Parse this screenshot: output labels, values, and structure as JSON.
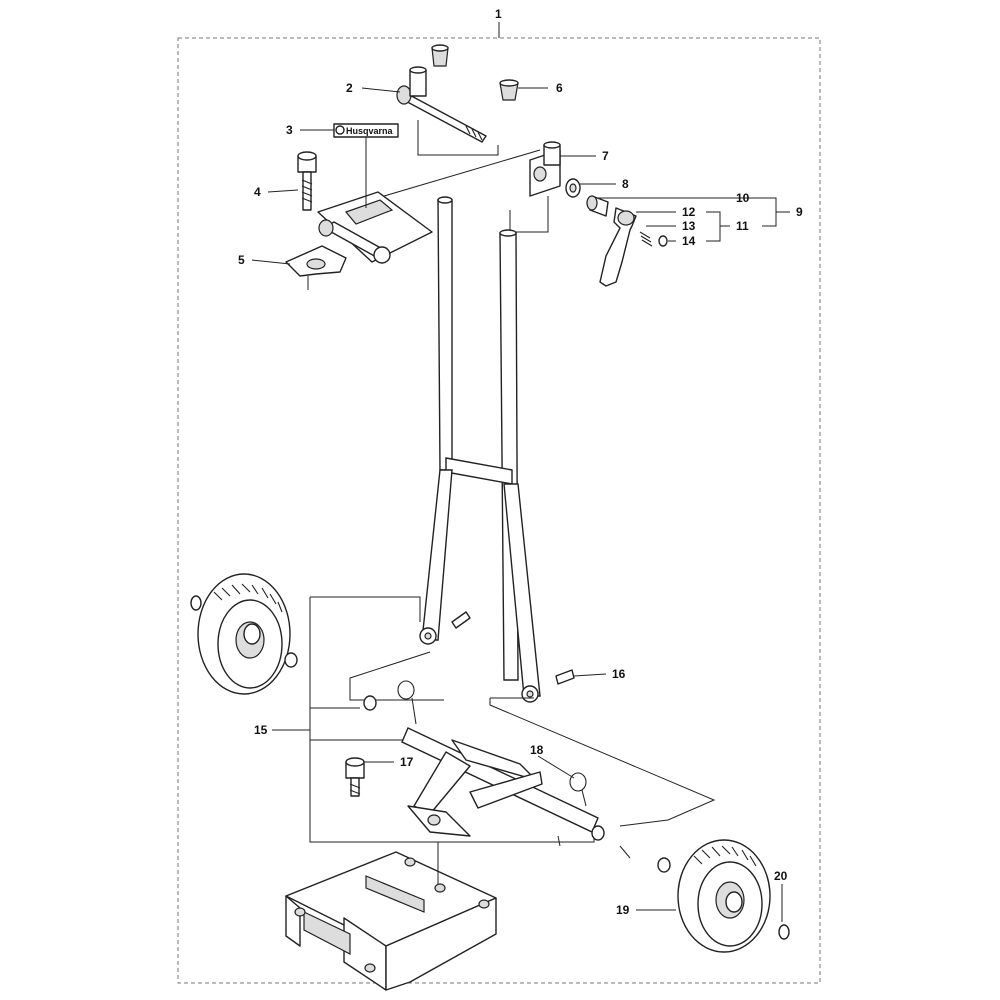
{
  "brand_label": "Husqvarna",
  "callouts": {
    "c1": "1",
    "c2": "2",
    "c3": "3",
    "c4": "4",
    "c5": "5",
    "c6": "6",
    "c7": "7",
    "c8": "8",
    "c9": "9",
    "c10": "10",
    "c11": "11",
    "c12": "12",
    "c13": "13",
    "c14": "14",
    "c15": "15",
    "c16": "16",
    "c17": "17",
    "c18": "18",
    "c19": "19",
    "c20": "20"
  }
}
